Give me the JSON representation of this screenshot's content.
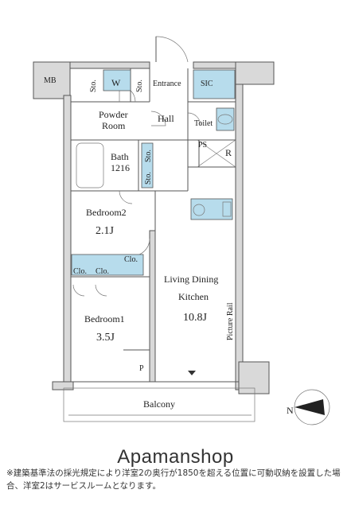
{
  "rooms": {
    "mb": "MB",
    "w": "W",
    "entrance": "Entrance",
    "sic": "SIC",
    "powder_room_line1": "Powder",
    "powder_room_line2": "Room",
    "hall": "Hall",
    "toilet": "Toilet",
    "ps": "PS",
    "r": "R",
    "bath": "Bath",
    "bath_size": "1216",
    "bedroom2": "Bedroom2",
    "bedroom2_size": "2.1J",
    "clo_a": "Clo.",
    "clo_b": "Clo.",
    "clo_c": "Clo.",
    "ldk_line1": "Living Dining",
    "ldk_line2": "Kitchen",
    "ldk_size": "10.8J",
    "bedroom1": "Bedroom1",
    "bedroom1_size": "3.5J",
    "picture_rail": "Picture Rail",
    "p": "P",
    "balcony": "Balcony",
    "sto1": "Sto.",
    "sto2": "Sto.",
    "sto3": "Sto.",
    "sto4": "Sto.",
    "n": "N"
  },
  "brand": "Apamanshop",
  "note": "※建築基準法の採光規定により洋室2の奥行が1850を超える位置に可動収納を設置した場合、洋室2はサービスルームとなります。",
  "colors": {
    "wall": "#d9d9d9",
    "fixture_blue": "#b7dcec"
  }
}
